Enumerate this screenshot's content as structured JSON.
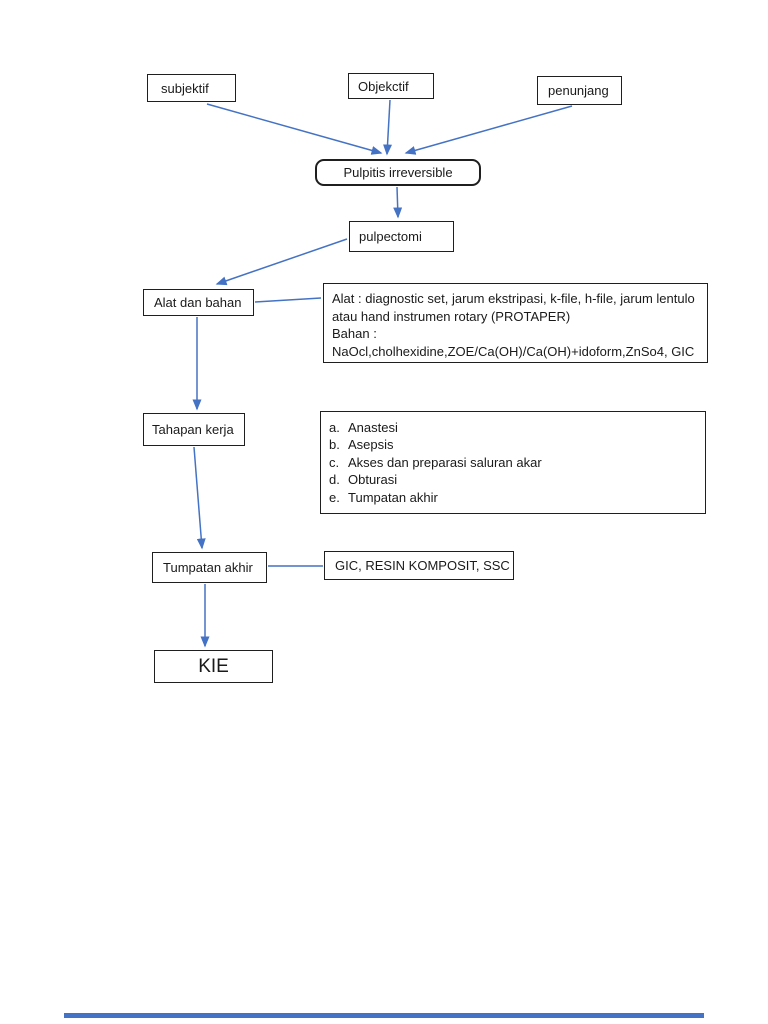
{
  "colors": {
    "arrow": "#4472C4",
    "box_border": "#1f1f1f",
    "text": "#1a1a1a",
    "bottom_bar": "#4472C4"
  },
  "nodes": {
    "subjektif": {
      "label": "subjektif"
    },
    "objektif": {
      "label": "Objekctif"
    },
    "penunjang": {
      "label": "penunjang"
    },
    "diagnosis": {
      "label": "Pulpitis irreversible"
    },
    "treatment": {
      "label": "pulpectomi"
    },
    "alat_bahan": {
      "label": "Alat dan bahan"
    },
    "alat_bahan_detail": {
      "lines": [
        "Alat : diagnostic set, jarum ekstripasi, k-file, h-file, jarum lentulo",
        "atau hand instrumen rotary (PROTAPER)",
        "Bahan :",
        "NaOcl,cholhexidine,ZOE/Ca(OH)/Ca(OH)+idoform,ZnSo4, GIC"
      ]
    },
    "tahapan_kerja": {
      "label": "Tahapan kerja"
    },
    "tahapan_kerja_detail": {
      "items": [
        {
          "marker": "a.",
          "text": "Anastesi"
        },
        {
          "marker": "b.",
          "text": "Asepsis"
        },
        {
          "marker": "c.",
          "text": "Akses dan preparasi saluran akar"
        },
        {
          "marker": "d.",
          "text": "Obturasi"
        },
        {
          "marker": "e.",
          "text": "Tumpatan akhir"
        }
      ]
    },
    "tumpatan_akhir": {
      "label": "Tumpatan akhir"
    },
    "tumpatan_akhir_detail": {
      "label": "GIC, RESIN KOMPOSIT, SSC"
    },
    "kie": {
      "label": "KIE"
    }
  }
}
